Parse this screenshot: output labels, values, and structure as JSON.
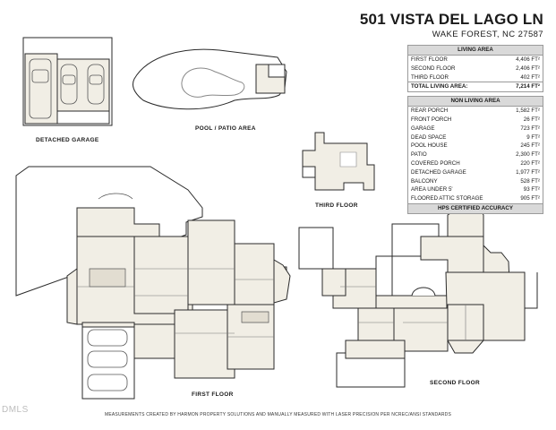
{
  "header": {
    "title": "501 VISTA DEL LAGO LN",
    "subtitle": "WAKE FOREST, NC 27587"
  },
  "living_area": {
    "heading": "LIVING AREA",
    "rows": [
      {
        "label": "FIRST FLOOR",
        "value": "4,406 FT²"
      },
      {
        "label": "SECOND FLOOR",
        "value": "2,406 FT²"
      },
      {
        "label": "THIRD FLOOR",
        "value": "402 FT²"
      }
    ],
    "total_label": "TOTAL LIVING AREA:",
    "total_value": "7,214 FT²"
  },
  "non_living_area": {
    "heading": "NON LIVING AREA",
    "rows": [
      {
        "label": "REAR PORCH",
        "value": "1,582 FT²"
      },
      {
        "label": "FRONT PORCH",
        "value": "26 FT²"
      },
      {
        "label": "GARAGE",
        "value": "723 FT²"
      },
      {
        "label": "DEAD SPACE",
        "value": "9 FT²"
      },
      {
        "label": "POOL HOUSE",
        "value": "245 FT²"
      },
      {
        "label": "PATIO",
        "value": "2,300 FT²"
      },
      {
        "label": "COVERED PORCH",
        "value": "220 FT²"
      },
      {
        "label": "DETACHED GARAGE",
        "value": "1,977 FT²"
      },
      {
        "label": "BALCONY",
        "value": "528 FT²"
      },
      {
        "label": "AREA UNDER 5'",
        "value": "93 FT²"
      },
      {
        "label": "FLOORED ATTIC STORAGE",
        "value": "905 FT²"
      }
    ],
    "certified": "HPS CERTIFIED ACCURACY"
  },
  "labels": {
    "detached_garage": "DETACHED GARAGE",
    "pool_patio": "POOL / PATIO AREA",
    "third_floor": "THIRD FLOOR",
    "first_floor": "FIRST FLOOR",
    "second_floor": "SECOND FLOOR"
  },
  "footer": "MEASUREMENTS CREATED BY HARMON PROPERTY SOLUTIONS AND MANUALLY MEASURED WITH LASER PRECISION PER NCREC/ANSI STANDARDS",
  "watermark": "DMLS",
  "colors": {
    "room_fill": "#f1eee5",
    "wall": "#2a2a2a",
    "table_header": "#d9d9d9"
  }
}
